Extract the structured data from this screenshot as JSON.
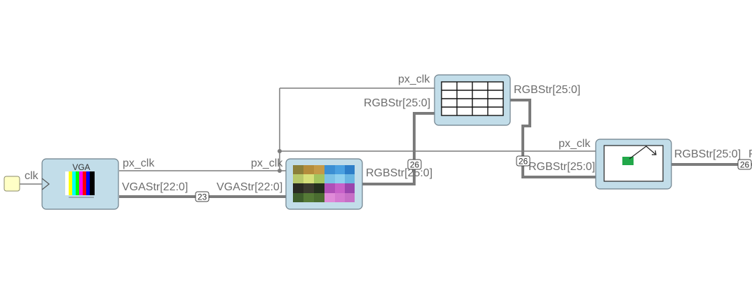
{
  "diagram": {
    "input_port": {
      "label": "clk"
    },
    "vga_source": {
      "title": "VGA",
      "ports": {
        "px_clk": "px_clk",
        "stream": "VGAStr[22:0]"
      }
    },
    "converter": {
      "ports": {
        "px_clk": "px_clk",
        "in_stream": "VGAStr[22:0]",
        "out_stream": "RGBStr[25:0]"
      }
    },
    "grid_block": {
      "ports": {
        "px_clk": "px_clk",
        "in_stream": "RGBStr[25:0]",
        "out_stream": "RGBStr[25:0]"
      }
    },
    "cursor_block": {
      "ports": {
        "px_clk": "px_clk",
        "in_stream": "RGBStr[25:0]",
        "out_stream": "RGBStr[25:0]"
      }
    },
    "bus_widths": {
      "vga_bus": "23",
      "conv_out_bus": "26",
      "grid_out_bus": "26",
      "final_out_bus": "26"
    },
    "output_port": {
      "label": "R"
    }
  },
  "colors": {
    "block_fill": "#c2dde9",
    "block_border": "#6d7f8a",
    "wire": "#7b7b7b",
    "label_text": "#6d6d6d",
    "input_port_fill": "#ffffc6",
    "cursor_marker": "#22a84a"
  }
}
